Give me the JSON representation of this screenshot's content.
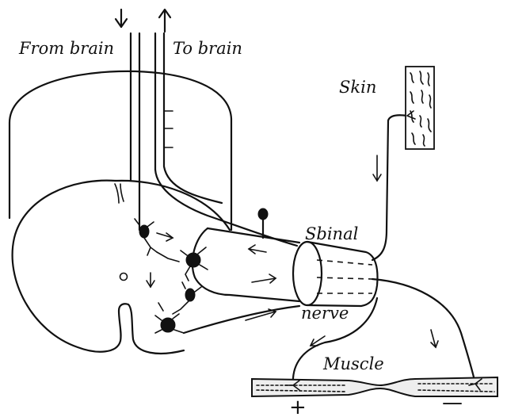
{
  "labels": {
    "from_brain": "From brain",
    "to_brain": "To brain",
    "skin": "Skin",
    "spinal": "Sbinal",
    "nerve": "nerve",
    "muscle": "Muscle",
    "plus": "+",
    "minus": "—"
  },
  "colors": {
    "ink": "#111111",
    "paper": "#ffffff"
  }
}
